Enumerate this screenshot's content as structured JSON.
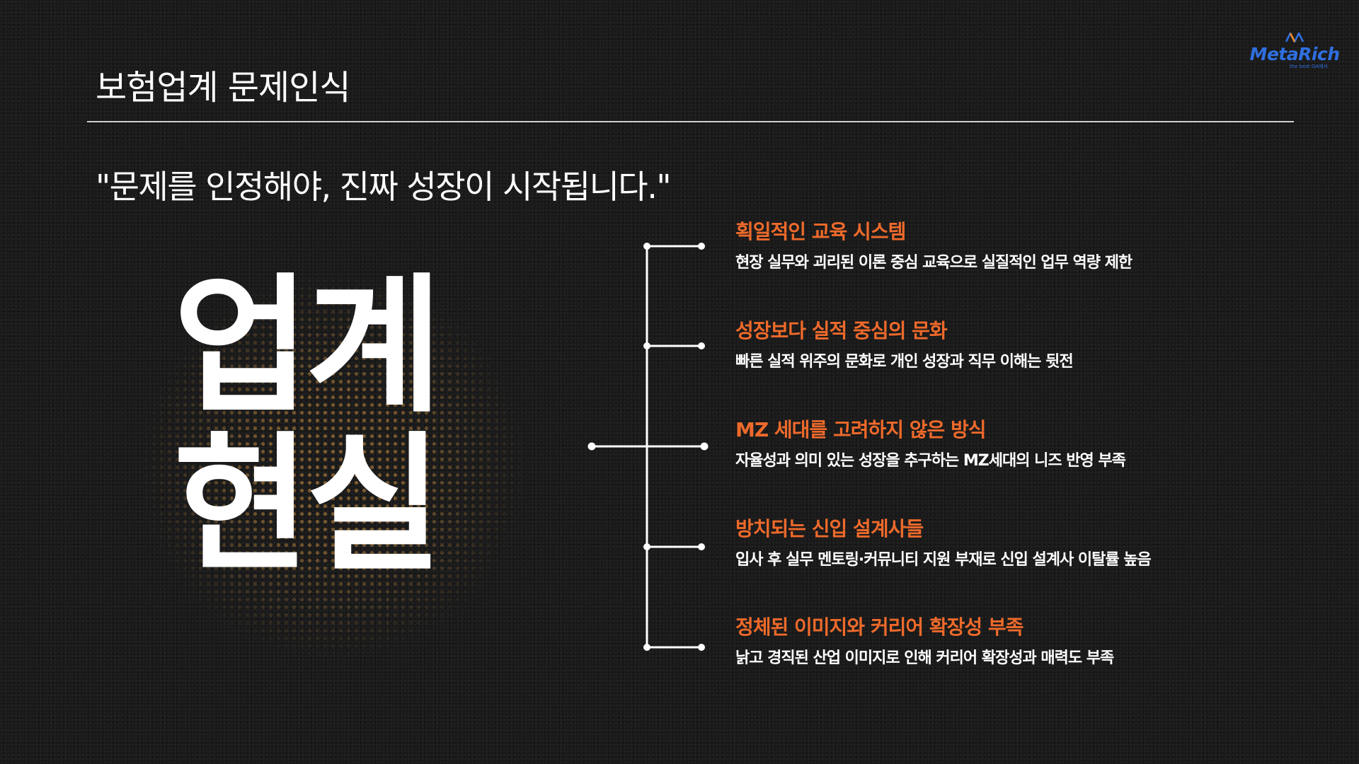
{
  "header": {
    "title": "보험업계 문제인식"
  },
  "logo": {
    "name": "MetaRich",
    "tagline": "the best GA에서",
    "color": "#2f6fe0"
  },
  "quote": "\"문제를 인정해야, 진짜 성장이 시작됩니다.\"",
  "headline": {
    "line1": "업계",
    "line2": "현실"
  },
  "accent_color": "#ee6a2b",
  "items": [
    {
      "title": "획일적인 교육 시스템",
      "description": "현장 실무와 괴리된 이론 중심 교육으로 실질적인 업무 역량 제한"
    },
    {
      "title": "성장보다 실적 중심의 문화",
      "description": "빠른 실적 위주의 문화로 개인 성장과 직무 이해는 뒷전"
    },
    {
      "title": "MZ 세대를 고려하지 않은 방식",
      "description": "자율성과 의미 있는 성장을 추구하는 MZ세대의 니즈 반영 부족"
    },
    {
      "title": "방치되는 신입 설계사들",
      "description": "입사 후 실무 멘토링·커뮤니티 지원 부재로 신입 설계사 이탈률 높음"
    },
    {
      "title": "정체된 이미지와 커리어 확장성 부족",
      "description": "낡고 경직된 산업 이미지로 인해 커리어 확장성과 매력도 부족"
    }
  ]
}
